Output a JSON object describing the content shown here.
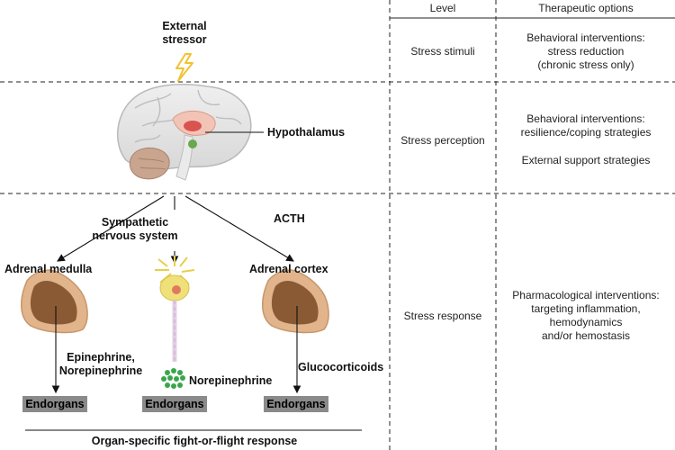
{
  "columns": {
    "level": "Level",
    "therapeutic": "Therapeutic options"
  },
  "rows": [
    {
      "level": "Stress stimuli",
      "therapy": [
        "Behavioral interventions:",
        "stress reduction",
        "(chronic stress only)"
      ]
    },
    {
      "level": "Stress perception",
      "therapy": [
        "Behavioral interventions:",
        "resilience/coping strategies",
        "",
        "External support strategies"
      ]
    },
    {
      "level": "Stress response",
      "therapy": [
        "Pharmacological interventions:",
        "targeting inflammation,",
        "hemodynamics",
        "and/or hemostasis"
      ]
    }
  ],
  "diagram": {
    "external_stressor": [
      "External",
      "stressor"
    ],
    "hypothalamus": "Hypothalamus",
    "sympathetic": [
      "Sympathetic",
      "nervous system"
    ],
    "acth": "ACTH",
    "adrenal_medulla": "Adrenal medulla",
    "adrenal_cortex": "Adrenal cortex",
    "epi_norepi": [
      "Epinephrine,",
      "Norepinephrine"
    ],
    "norepinephrine": "Norepinephrine",
    "glucocorticoids": "Glucocorticoids",
    "endorgans": [
      "Endorgans",
      "Endorgans",
      "Endorgans"
    ],
    "bottom_caption": "Organ-specific fight-or-flight response"
  },
  "colors": {
    "lightning": "#f2c230",
    "brain": "#e8e8e8",
    "brain_stroke": "#b9b9b9",
    "cerebellum": "#c9a58f",
    "hypothalamus": "#d9534f",
    "adrenal_outer": "#e2b48b",
    "adrenal_inner": "#8a5a35",
    "neuron": "#f0e07a",
    "vesicle": "#3aa64a",
    "endorgan_box": "#8a8a8a"
  }
}
